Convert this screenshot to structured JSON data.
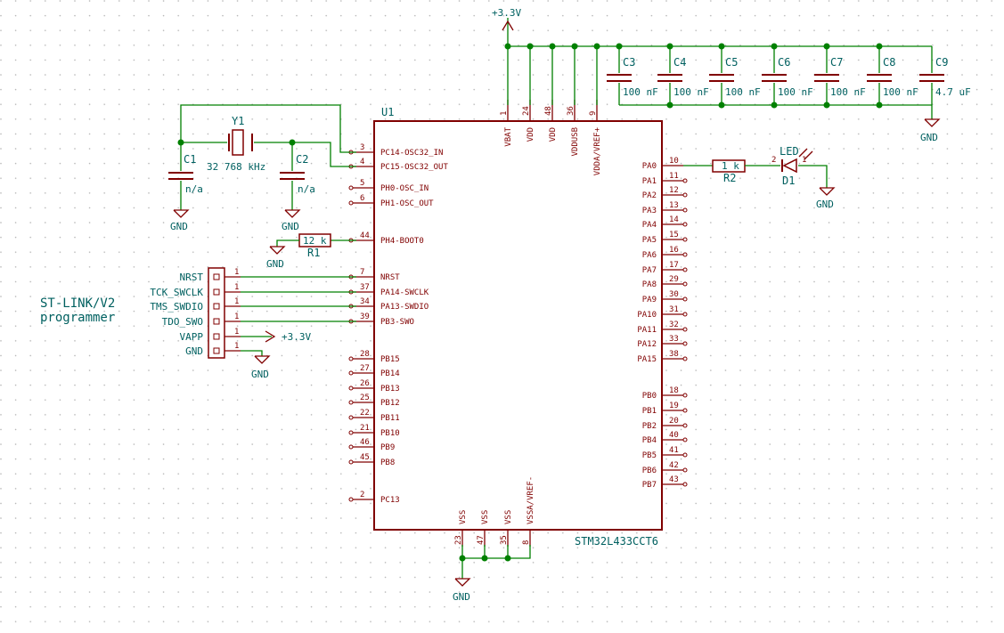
{
  "power": {
    "v33": "+3.3V",
    "gnd": "GND"
  },
  "mcu": {
    "ref": "U1",
    "part": "STM32L433CCT6",
    "left_pins": [
      {
        "num": "3",
        "name": "PC14-OSC32_IN"
      },
      {
        "num": "4",
        "name": "PC15-OSC32_OUT"
      },
      {
        "num": "5",
        "name": "PH0-OSC_IN"
      },
      {
        "num": "6",
        "name": "PH1-OSC_OUT"
      },
      {
        "num": "44",
        "name": "PH4-BOOT0"
      },
      {
        "num": "7",
        "name": "NRST"
      },
      {
        "num": "37",
        "name": "PA14-SWCLK"
      },
      {
        "num": "34",
        "name": "PA13-SWDIO"
      },
      {
        "num": "39",
        "name": "PB3-SWO"
      },
      {
        "num": "28",
        "name": "PB15"
      },
      {
        "num": "27",
        "name": "PB14"
      },
      {
        "num": "26",
        "name": "PB13"
      },
      {
        "num": "25",
        "name": "PB12"
      },
      {
        "num": "22",
        "name": "PB11"
      },
      {
        "num": "21",
        "name": "PB10"
      },
      {
        "num": "46",
        "name": "PB9"
      },
      {
        "num": "45",
        "name": "PB8"
      },
      {
        "num": "2",
        "name": "PC13"
      }
    ],
    "right_pins": [
      {
        "num": "10",
        "name": "PA0"
      },
      {
        "num": "11",
        "name": "PA1"
      },
      {
        "num": "12",
        "name": "PA2"
      },
      {
        "num": "13",
        "name": "PA3"
      },
      {
        "num": "14",
        "name": "PA4"
      },
      {
        "num": "15",
        "name": "PA5"
      },
      {
        "num": "16",
        "name": "PA6"
      },
      {
        "num": "17",
        "name": "PA7"
      },
      {
        "num": "29",
        "name": "PA8"
      },
      {
        "num": "30",
        "name": "PA9"
      },
      {
        "num": "31",
        "name": "PA10"
      },
      {
        "num": "32",
        "name": "PA11"
      },
      {
        "num": "33",
        "name": "PA12"
      },
      {
        "num": "38",
        "name": "PA15"
      },
      {
        "num": "18",
        "name": "PB0"
      },
      {
        "num": "19",
        "name": "PB1"
      },
      {
        "num": "20",
        "name": "PB2"
      },
      {
        "num": "40",
        "name": "PB4"
      },
      {
        "num": "41",
        "name": "PB5"
      },
      {
        "num": "42",
        "name": "PB6"
      },
      {
        "num": "43",
        "name": "PB7"
      }
    ],
    "top_pins": [
      {
        "num": "1",
        "name": "VBAT"
      },
      {
        "num": "24",
        "name": "VDD"
      },
      {
        "num": "48",
        "name": "VDD"
      },
      {
        "num": "36",
        "name": "VDDUSB"
      },
      {
        "num": "9",
        "name": "VDDA/VREF+"
      }
    ],
    "bottom_pins": [
      {
        "num": "23",
        "name": "VSS"
      },
      {
        "num": "47",
        "name": "VSS"
      },
      {
        "num": "35",
        "name": "VSS"
      },
      {
        "num": "8",
        "name": "VSSA/VREF-"
      }
    ]
  },
  "caps": [
    {
      "ref": "C3",
      "value": "100 nF"
    },
    {
      "ref": "C4",
      "value": "100 nF"
    },
    {
      "ref": "C5",
      "value": "100 nF"
    },
    {
      "ref": "C6",
      "value": "100 nF"
    },
    {
      "ref": "C7",
      "value": "100 nF"
    },
    {
      "ref": "C8",
      "value": "100 nF"
    },
    {
      "ref": "C9",
      "value": "4.7 uF"
    }
  ],
  "crystal": {
    "ref": "Y1",
    "value": "32 768 kHz"
  },
  "c1": {
    "ref": "C1",
    "value": "n/a"
  },
  "c2": {
    "ref": "C2",
    "value": "n/a"
  },
  "r1": {
    "ref": "R1",
    "value": "12 k"
  },
  "r2": {
    "ref": "R2",
    "value": "1 k"
  },
  "led": {
    "ref": "D1",
    "value": "LED",
    "pin_k": "2",
    "pin_a": "1"
  },
  "connector": {
    "title_line1": "ST-LINK/V2",
    "title_line2": "programmer",
    "rows": [
      {
        "label": "NRST",
        "pin": "1"
      },
      {
        "label": "TCK_SWCLK",
        "pin": "1"
      },
      {
        "label": "TMS_SWDIO",
        "pin": "1"
      },
      {
        "label": "TDO_SWO",
        "pin": "1"
      },
      {
        "label": "VAPP",
        "pin": "1"
      },
      {
        "label": "GND",
        "pin": "1"
      }
    ]
  }
}
